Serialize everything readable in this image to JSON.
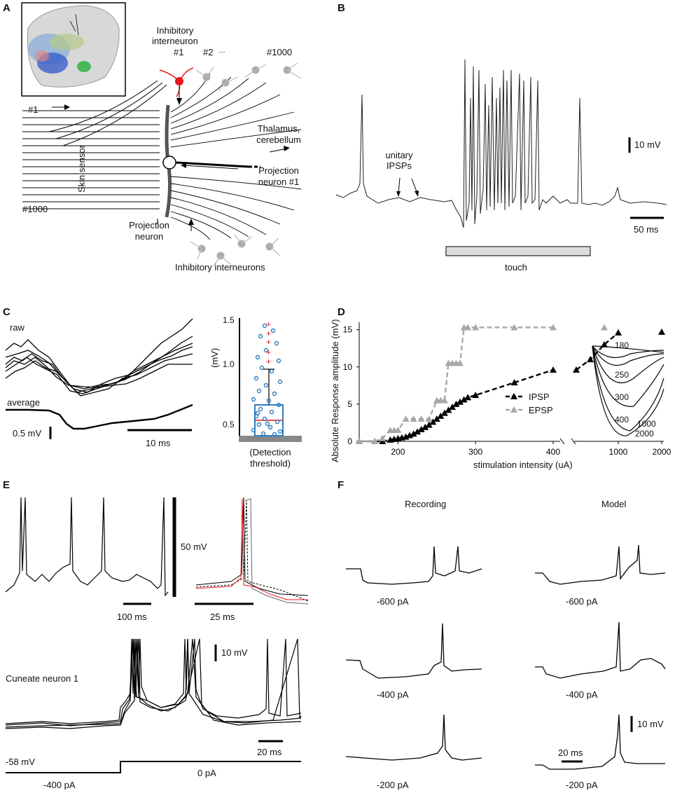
{
  "panels": {
    "A": "A",
    "B": "B",
    "C": "C",
    "D": "D",
    "E": "E",
    "F": "F"
  },
  "panel_a": {
    "inhib_title": "Inhibitory interneuron",
    "n1": "#1",
    "n2": "#2",
    "dots": "....",
    "n1000": "#1000",
    "input_first": "#1",
    "input_last": "#1000",
    "skin_sensor": "Skin sensor",
    "thalamus": "Thalamus, cerebellum",
    "projection_neuron_1": "Projection neuron #1",
    "projection_neuron": "Projection neuron",
    "inhib_plural": "Inhibitory interneurons"
  },
  "panel_b": {
    "unitary": "unitary IPSPs",
    "scale_mv": "10 mV",
    "scale_ms": "50 ms",
    "touch": "touch"
  },
  "panel_c": {
    "raw": "raw",
    "average": "average",
    "scale_mv": "0.5 mV",
    "scale_ms": "10 ms",
    "axis_label": "(mV)",
    "ticks": [
      "1.5",
      "1.0",
      "0.5"
    ],
    "threshold": "(Detection threshold)"
  },
  "panel_d": {
    "ylabel": "Absolute Response amplitude (mV)",
    "xlabel": "stimulation intensity (uA)",
    "legend_ipsp": "IPSP",
    "legend_epsp": "EPSP",
    "inset_labels": [
      "180",
      "250",
      "300",
      "400",
      "1000",
      "2000"
    ]
  },
  "chart_data": {
    "type": "line",
    "xlabel": "stimulation intensity (uA)",
    "ylabel": "Absolute Response amplitude (mV)",
    "ylim": [
      0,
      16
    ],
    "yticks": [
      "0",
      "5",
      "10",
      "15"
    ],
    "xticks_left": [
      "200",
      "300",
      "400"
    ],
    "xticks_right": [
      "1000",
      "2000"
    ],
    "legend_placement": "center-right",
    "series": [
      {
        "name": "IPSP",
        "color": "#000000",
        "x": [
          150,
          170,
          180,
          190,
          195,
          200,
          205,
          210,
          215,
          220,
          225,
          230,
          235,
          240,
          245,
          250,
          255,
          260,
          265,
          270,
          275,
          280,
          285,
          290,
          300,
          350,
          400,
          700,
          800,
          900,
          1000,
          2000
        ],
        "y": [
          0,
          0,
          0,
          0.2,
          0.3,
          0.4,
          0.5,
          0.6,
          0.8,
          1.0,
          1.3,
          1.6,
          1.9,
          2.2,
          2.6,
          3.0,
          3.4,
          3.8,
          4.2,
          4.6,
          5.0,
          5.3,
          5.6,
          5.9,
          6.2,
          7.9,
          9.6,
          9.6,
          11.0,
          13.0,
          14.6,
          14.7
        ]
      },
      {
        "name": "EPSP",
        "color": "#a8a8a8",
        "x": [
          150,
          170,
          180,
          190,
          195,
          200,
          210,
          220,
          230,
          240,
          250,
          255,
          260,
          265,
          270,
          275,
          280,
          285,
          290,
          300,
          350,
          400,
          900
        ],
        "y": [
          0,
          0,
          0.4,
          1.5,
          1.5,
          1.5,
          3.0,
          3.0,
          3.0,
          3.0,
          5.5,
          5.5,
          5.5,
          10.5,
          10.5,
          10.5,
          10.5,
          15.3,
          15.3,
          15.3,
          15.3,
          15.3,
          15.3
        ]
      }
    ]
  },
  "panel_e": {
    "scale_50mv": "50 mV",
    "scale_100ms": "100 ms",
    "scale_25ms": "25 ms",
    "scale_10mv": "10 mV",
    "neuron": "Cuneate neuron 1",
    "scale_20ms": "20 ms",
    "v_rest": "-58 mV",
    "i1": "-400 pA",
    "i2": "0 pA"
  },
  "panel_f": {
    "recording": "Recording",
    "model": "Model",
    "currents": [
      "-600 pA",
      "-400 pA",
      "-200 pA"
    ],
    "scale_10mv": "10 mV",
    "scale_20ms": "20 ms"
  }
}
